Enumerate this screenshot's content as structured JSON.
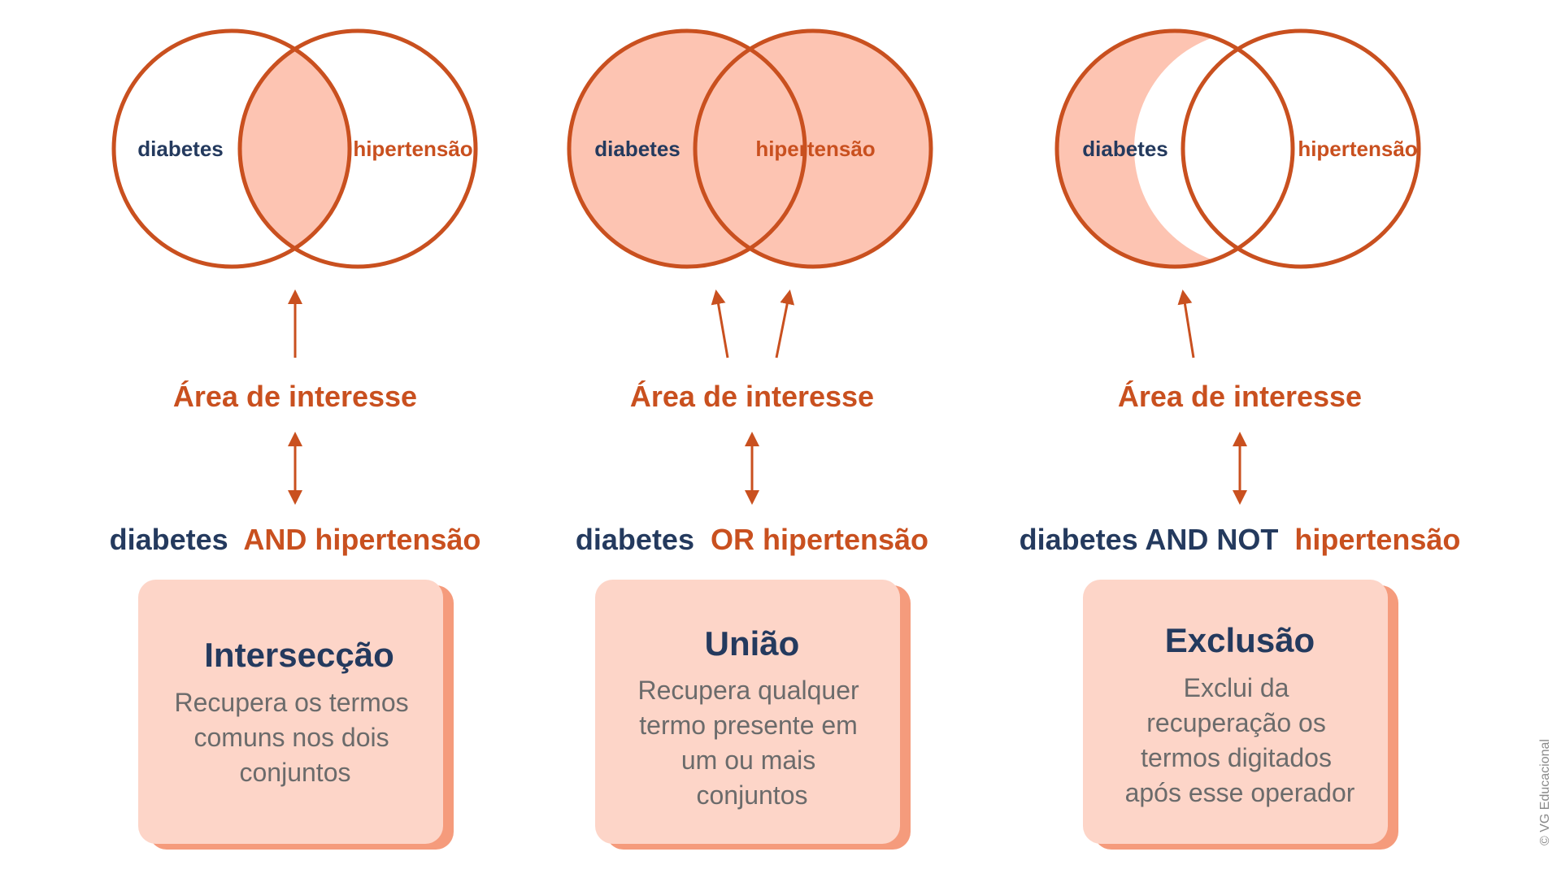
{
  "colors": {
    "accent_orange": "#c9501f",
    "fill_light": "#fdc4b2",
    "card_bg": "#fdd5c8",
    "card_shadow": "#f59b7c",
    "navy": "#243a5e",
    "body_text": "#6b6b6b"
  },
  "term_left": "diabetes",
  "term_right": "hipertensão",
  "panels": [
    {
      "operation": "intersection",
      "area_label": "Área de interesse",
      "query": {
        "part1": "diabetes",
        "part2": "AND hipertensão"
      },
      "card": {
        "title": "Intersecção",
        "lines": [
          "Recupera os termos",
          "comuns nos dois",
          "conjuntos"
        ]
      }
    },
    {
      "operation": "union",
      "area_label": "Área de interesse",
      "query": {
        "part1": "diabetes",
        "part2": "OR hipertensão"
      },
      "card": {
        "title": "União",
        "lines": [
          "Recupera qualquer",
          "termo presente em",
          "um ou mais",
          "conjuntos"
        ]
      }
    },
    {
      "operation": "exclusion",
      "area_label": "Área de interesse",
      "query": {
        "part1": "diabetes AND NOT",
        "part2": "hipertensão"
      },
      "card": {
        "title": "Exclusão",
        "lines": [
          "Exclui da",
          "recuperação os",
          "termos digitados",
          "após esse operador"
        ]
      }
    }
  ],
  "copyright": "© VG Educacional"
}
